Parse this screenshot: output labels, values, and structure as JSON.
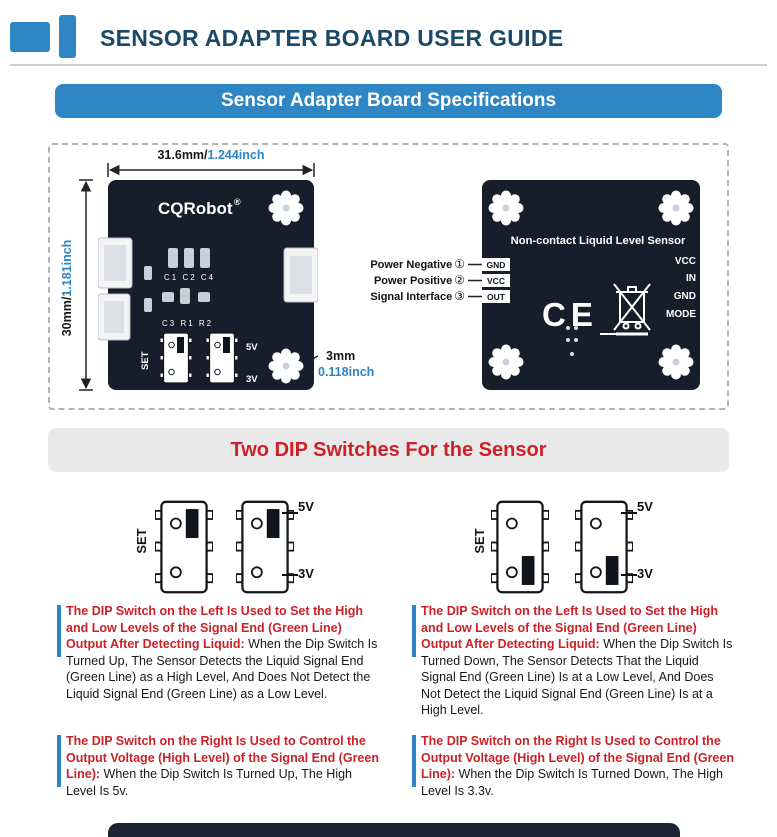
{
  "colors": {
    "accent_blue": "#2e86c5",
    "title_navy": "#1c4967",
    "red": "#cc2128",
    "board_navy": "#161d2b"
  },
  "header": {
    "title": "SENSOR ADAPTER BOARD USER GUIDE"
  },
  "spec": {
    "banner": "Sensor Adapter Board Specifications",
    "front": {
      "brand": "CQRobot",
      "reg": "®",
      "dim_width_mm": "31.6mm/",
      "dim_width_inch": "1.244inch",
      "dim_height_mm": "30mm/",
      "dim_height_inch": "1.181inch",
      "dim_hole_mm": "3mm",
      "dim_hole_inch": "0.118inch",
      "set_label": "SET",
      "v5_label": "5V",
      "v3_label": "3V",
      "cap_labels": "C1 C2 C4",
      "res_labels": "C3 R1 R2"
    },
    "back": {
      "title": "Non-contact Liquid Level Sensor",
      "annotations": [
        {
          "label": "Power Negative",
          "num": "①",
          "pin": "GND"
        },
        {
          "label": "Power Positive",
          "num": "②",
          "pin": "VCC"
        },
        {
          "label": "Signal Interface",
          "num": "③",
          "pin": "OUT"
        }
      ],
      "right_pins": [
        "VCC",
        "IN",
        "GND",
        "MODE"
      ],
      "ce": "CE"
    }
  },
  "dip": {
    "banner": "Two DIP Switches For the Sensor",
    "columns": [
      {
        "state": "up",
        "set_label": "SET",
        "v5_label": "5V",
        "v3_label": "3V",
        "note1_title": "The DIP Switch on the Left Is Used to Set the High and Low Levels of the Signal End (Green Line) Output After Detecting Liquid:",
        "note1_body": "When the Dip Switch Is Turned Up, The Sensor Detects the Liquid Signal End (Green Line) as a High Level, And Does Not Detect the Liquid Signal End (Green Line) as a Low Level.",
        "note2_title": "The DIP Switch on the Right Is Used to Control the Output Voltage (High Level) of the Signal End (Green Line):",
        "note2_body": "When the Dip Switch Is Turned Up, The High Level Is 5v."
      },
      {
        "state": "down",
        "set_label": "SET",
        "v5_label": "5V",
        "v3_label": "3V",
        "note1_title": "The DIP Switch on the Left Is Used to Set the High and Low Levels of the Signal End (Green Line) Output After Detecting Liquid:",
        "note1_body": "When the Dip Switch Is Turned Down, The Sensor Detects That the Liquid Signal End (Green Line) Is at a Low Level, And Does Not Detect the Liquid Signal End (Green Line) Is at a High Level.",
        "note2_title": "The DIP Switch on the Right Is Used to Control the Output Voltage (High Level) of the Signal End (Green Line):",
        "note2_body": "When the Dip Switch Is Turned Down, The High Level Is 3.3v."
      }
    ]
  }
}
